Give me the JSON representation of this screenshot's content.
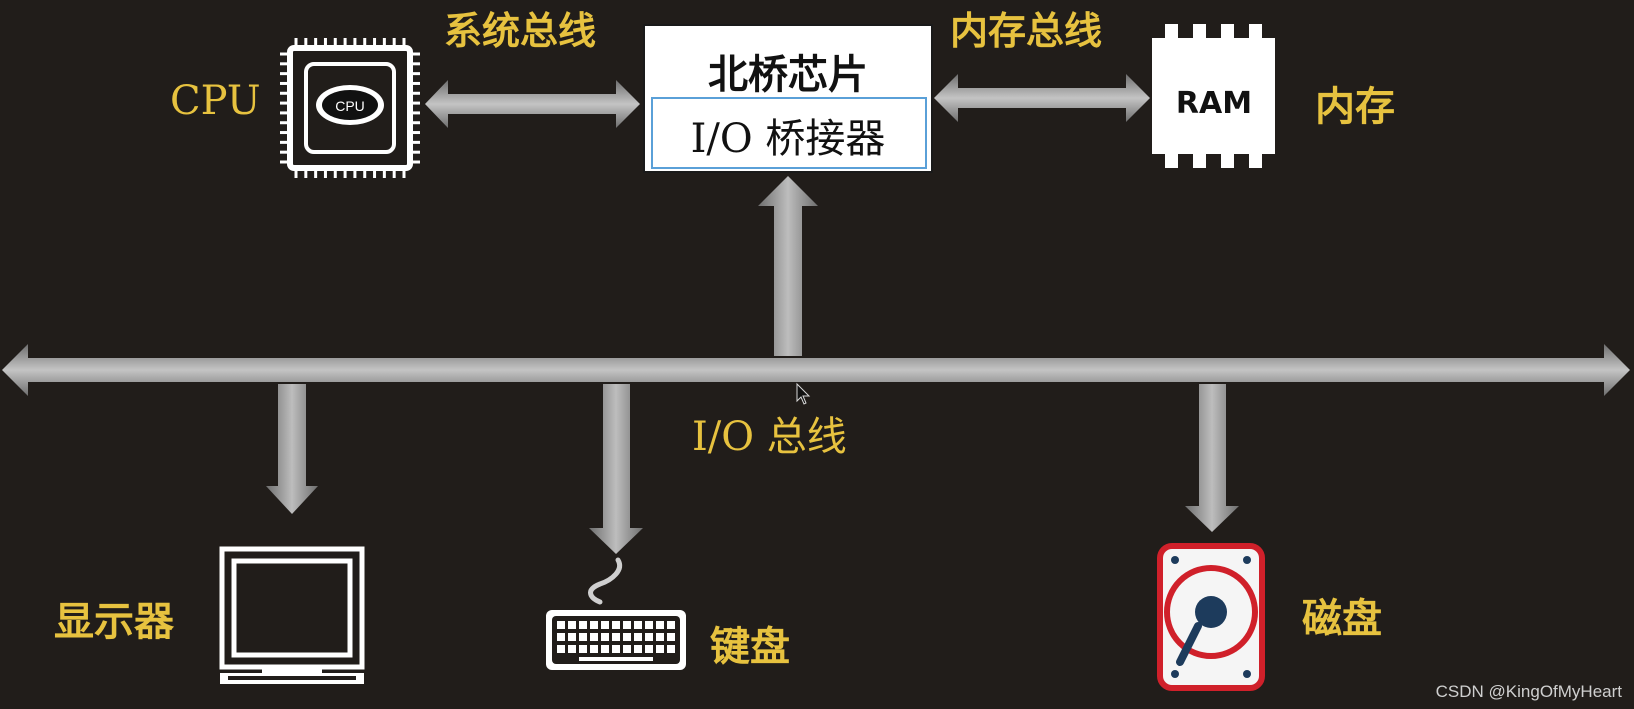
{
  "colors": {
    "background": "#211d1a",
    "label": "#e7c23f",
    "arrow": "#8a8a8a",
    "arrow_light": "#bcbcbc",
    "chip_box": "#ffffff",
    "chip_inner_border": "#5aa0d8",
    "icon_white": "#ffffff",
    "disk_red": "#d0202a"
  },
  "nodes": {
    "cpu": {
      "label": "CPU",
      "chip_text": "CPU",
      "icon": "cpu-chip-icon"
    },
    "northbridge": {
      "title": "北桥芯片",
      "subtitle": "I/O 桥接器"
    },
    "ram": {
      "label": "内存",
      "chip_text": "RAM",
      "icon": "ram-chip-icon"
    },
    "monitor": {
      "label": "显示器",
      "icon": "monitor-icon"
    },
    "keyboard": {
      "label": "键盘",
      "icon": "keyboard-icon"
    },
    "disk": {
      "label": "磁盘",
      "icon": "hard-disk-icon"
    }
  },
  "buses": {
    "system_bus": "系统总线",
    "memory_bus": "内存总线",
    "io_bus": "I/O 总线"
  },
  "watermark": "CSDN @KingOfMyHeart"
}
